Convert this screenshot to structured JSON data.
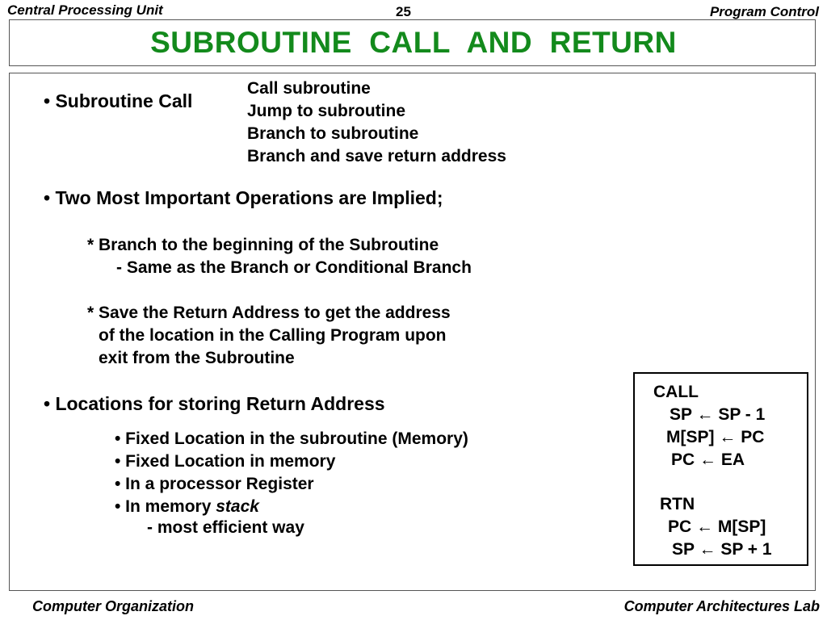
{
  "header": {
    "left": "Central Processing Unit",
    "center": "25",
    "right": "Program Control"
  },
  "title": "SUBROUTINE  CALL  AND  RETURN",
  "title_color": "#138a1c",
  "sections": {
    "subroutine_call": {
      "bullet": "•",
      "label": "Subroutine Call",
      "aliases": [
        "Call subroutine",
        "Jump to subroutine",
        "Branch to subroutine",
        "Branch and save return address"
      ]
    },
    "operations": {
      "bullet": "•",
      "label": "Two Most Important Operations are Implied;",
      "op1": {
        "line1": "* Branch to the beginning of the Subroutine",
        "line2": "- Same as the Branch or Conditional Branch"
      },
      "op2": {
        "line1": "* Save the Return Address to get the address",
        "line2": "of the location in the Calling Program upon",
        "line3": "exit from the Subroutine"
      }
    },
    "locations": {
      "bullet": "•",
      "label": "Locations for storing Return Address",
      "items": [
        "• Fixed Location in the subroutine (Memory)",
        "• Fixed Location in memory",
        "• In a processor Register"
      ],
      "stack_prefix": "• In memory ",
      "stack_word": "stack",
      "stack_note": "- most efficient way"
    }
  },
  "code_box": {
    "call_label": "CALL",
    "call_steps": [
      {
        "lhs": "SP",
        "arrow": "←",
        "rhs": "SP - 1"
      },
      {
        "lhs": "M[SP]",
        "arrow": "←",
        "rhs": "PC"
      },
      {
        "lhs": "PC",
        "arrow": "←",
        "rhs": "EA"
      }
    ],
    "rtn_label": "RTN",
    "rtn_steps": [
      {
        "lhs": "PC",
        "arrow": "←",
        "rhs": "M[SP]"
      },
      {
        "lhs": "SP",
        "arrow": "←",
        "rhs": "SP + 1"
      }
    ]
  },
  "footer": {
    "left": "Computer Organization",
    "right": "Computer Architectures Lab"
  }
}
